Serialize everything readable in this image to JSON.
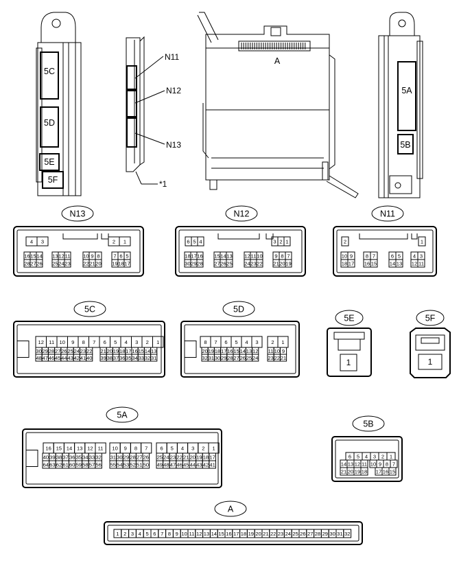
{
  "diagram": {
    "views": {
      "left_ecu": [
        "5C",
        "5D",
        "5E",
        "5F"
      ],
      "bracket_callouts": [
        "N11",
        "N12",
        "N13",
        "*1"
      ],
      "center_ecu": [
        "A"
      ],
      "right_ecu": [
        "5A",
        "5B"
      ]
    },
    "connectors": {
      "N13": {
        "label": "N13",
        "rows": [
          [
            "4",
            "3",
            "2",
            "1"
          ],
          [
            "16",
            "15",
            "14",
            "13",
            "12",
            "11",
            "10",
            "9",
            "8",
            "7",
            "6",
            "5"
          ],
          [
            "28",
            "27",
            "26",
            "25",
            "24",
            "23",
            "22",
            "21",
            "20",
            "19",
            "18",
            "17"
          ]
        ]
      },
      "N12": {
        "label": "N12",
        "rows": [
          [
            "6",
            "5",
            "4",
            "3",
            "2",
            "1"
          ],
          [
            "18",
            "17",
            "16",
            "15",
            "14",
            "13",
            "12",
            "11",
            "10",
            "9",
            "8",
            "7"
          ],
          [
            "30",
            "29",
            "28",
            "27",
            "26",
            "25",
            "24",
            "23",
            "22",
            "21",
            "20",
            "19"
          ]
        ]
      },
      "N11": {
        "label": "N11",
        "rows": [
          [
            "2",
            "1"
          ],
          [
            "10",
            "9",
            "8",
            "7",
            "6",
            "5",
            "4",
            "3"
          ],
          [
            "18",
            "17",
            "16",
            "15",
            "14",
            "13",
            "12",
            "11"
          ]
        ]
      },
      "5C": {
        "label": "5C",
        "rows": [
          [
            "12",
            "11",
            "10",
            "9",
            "8",
            "7",
            "6",
            "5",
            "4",
            "3",
            "2",
            "1"
          ],
          [
            "30",
            "29",
            "28",
            "27",
            "26",
            "25",
            "24",
            "23",
            "22",
            "21",
            "20",
            "19",
            "18",
            "17",
            "16",
            "15",
            "14",
            "13"
          ],
          [
            "48",
            "47",
            "46",
            "45",
            "44",
            "43",
            "42",
            "41",
            "40",
            "39",
            "38",
            "37",
            "36",
            "35",
            "34",
            "33",
            "32",
            "31"
          ]
        ]
      },
      "5D": {
        "label": "5D",
        "rows": [
          [
            "8",
            "7",
            "6",
            "5",
            "4",
            "3",
            "2",
            "1"
          ],
          [
            "20",
            "19",
            "18",
            "17",
            "16",
            "15",
            "14",
            "13",
            "12",
            "11",
            "10",
            "9"
          ],
          [
            "32",
            "31",
            "30",
            "29",
            "28",
            "27",
            "26",
            "25",
            "24",
            "23",
            "22",
            "21"
          ]
        ]
      },
      "5E": {
        "label": "5E",
        "rows": [
          [
            "1"
          ]
        ]
      },
      "5F": {
        "label": "5F",
        "rows": [
          [
            "1"
          ]
        ]
      },
      "5A": {
        "label": "5A",
        "rows": [
          [
            "16",
            "15",
            "14",
            "13",
            "12",
            "11",
            "10",
            "9",
            "8",
            "7",
            "6",
            "5",
            "4",
            "3",
            "2",
            "1"
          ],
          [
            "40",
            "39",
            "38",
            "37",
            "36",
            "35",
            "34",
            "33",
            "32",
            "31",
            "30",
            "29",
            "28",
            "27",
            "26",
            "25",
            "24",
            "23",
            "22",
            "21",
            "20",
            "19",
            "18",
            "17"
          ],
          [
            "64",
            "63",
            "62",
            "61",
            "60",
            "59",
            "58",
            "57",
            "56",
            "55",
            "54",
            "53",
            "52",
            "51",
            "50",
            "49",
            "48",
            "47",
            "46",
            "45",
            "44",
            "43",
            "42",
            "41"
          ]
        ]
      },
      "5B": {
        "label": "5B",
        "rows": [
          [
            "6",
            "5",
            "4",
            "3",
            "2",
            "1"
          ],
          [
            "14",
            "13",
            "12",
            "11",
            "10",
            "9",
            "8",
            "7"
          ],
          [
            "21",
            "20",
            "19",
            "18",
            "17",
            "16",
            "15"
          ]
        ]
      },
      "A": {
        "label": "A",
        "rows": [
          [
            "1",
            "2",
            "3",
            "4",
            "5",
            "6",
            "7",
            "8",
            "9",
            "10",
            "11",
            "12",
            "13",
            "14",
            "15",
            "16",
            "17",
            "18",
            "19",
            "20",
            "21",
            "22",
            "23",
            "24",
            "25",
            "26",
            "27",
            "28",
            "29",
            "30",
            "31",
            "32"
          ]
        ]
      }
    }
  }
}
